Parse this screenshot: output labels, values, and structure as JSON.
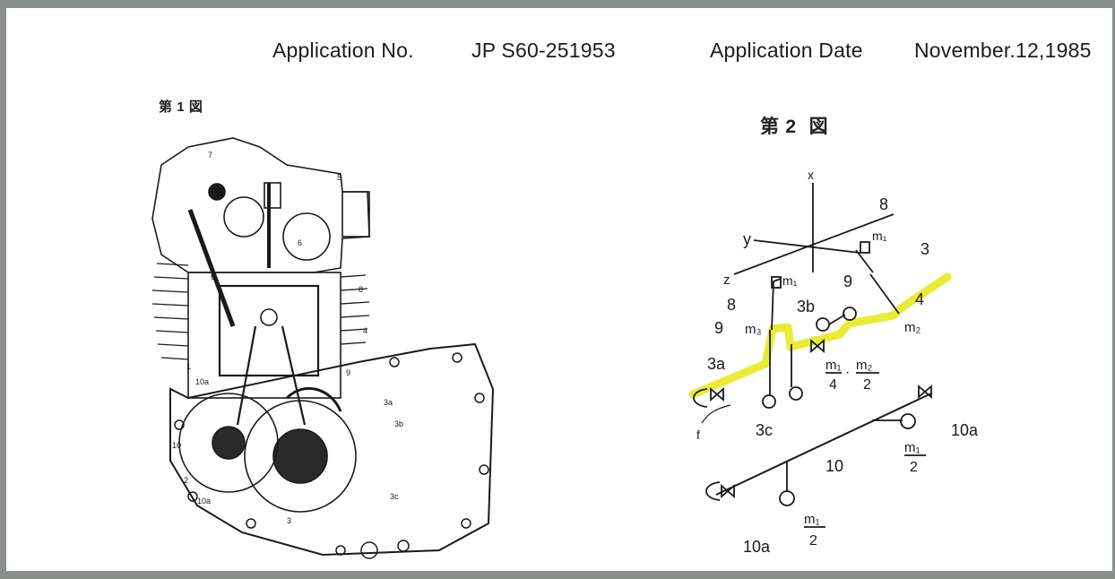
{
  "header": {
    "application_no_label": "Application No.",
    "application_no_value": "JP S60-251953",
    "application_date_label": "Application Date",
    "application_date_value": "November.12,1985"
  },
  "figure1": {
    "label_prefix": "第",
    "label_number": "1",
    "label_suffix": "図",
    "callouts": [
      "7",
      "5",
      "6",
      "6",
      "8",
      "4",
      "1",
      "9",
      "10a",
      "3a",
      "3b",
      "10",
      "2",
      "10a",
      "3",
      "3c"
    ]
  },
  "figure2": {
    "label_prefix": "第",
    "label_number": "2",
    "label_suffix": "図",
    "labels": {
      "x": "x",
      "y": "y",
      "z": "z",
      "n8a": "8",
      "m1a": "m₁",
      "n3": "3",
      "n9a": "9",
      "m1b": "m₁",
      "n4": "4",
      "n8b": "8",
      "n3b": "3b",
      "n9b": "9",
      "m3": "m₃",
      "m2": "m₂",
      "n3a": "3a",
      "f_m1": "m₁",
      "f_4": "4",
      "dot": "·",
      "f_m2": "m₂",
      "f_2": "2",
      "f": "f",
      "n3c": "3c",
      "n10a_r": "10a",
      "n10": "10",
      "f_m1b": "m₁",
      "f_2b": "2",
      "n10a_b": "10a",
      "f_m1c": "m₁",
      "f_2c": "2"
    }
  },
  "colors": {
    "highlight": "#e6ea1e",
    "ink": "#1a1a1a",
    "frame": "#8a8f8c"
  }
}
